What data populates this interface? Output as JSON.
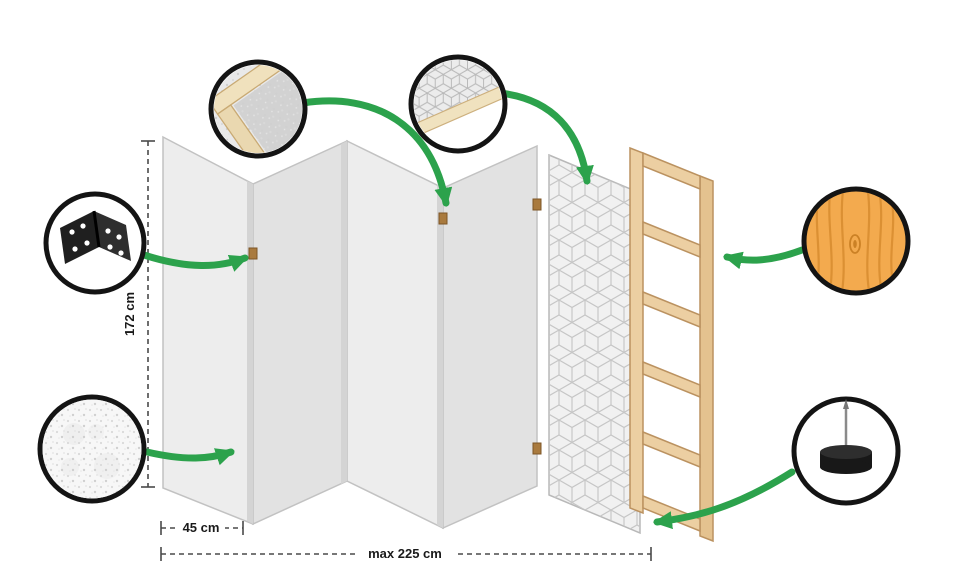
{
  "labels": {
    "height": "172 cm",
    "panel_width": "45 cm",
    "max_width": "max 225 cm"
  },
  "colors": {
    "arrow_green": "#2ca24c",
    "panel_gray": "#ededed",
    "panel_gray_dark": "#e2e2e2",
    "pattern_line": "#c6c6c6",
    "wood_frame": "#eccfa2",
    "wood_frame_edge": "#bb9260",
    "wood_texture_orange": "#f3aa4e",
    "outline_black": "#141414",
    "hinge_black": "#1f1f1f",
    "hinge_dot_brown": "#a97a3e"
  },
  "structure": {
    "panel_count": 5,
    "patterned_panel": "geometric cube pattern panel",
    "frame": "wooden ladder frame"
  },
  "callouts": [
    {
      "name": "frame-corner-detail",
      "icon": "frame-corner-icon"
    },
    {
      "name": "pattern-corner-detail",
      "icon": "pattern-corner-icon"
    },
    {
      "name": "hinge-detail",
      "icon": "hinge-icon"
    },
    {
      "name": "fleece-texture-detail",
      "icon": "fleece-texture-icon"
    },
    {
      "name": "wood-texture-detail",
      "icon": "wood-texture-icon"
    },
    {
      "name": "stand-foot-detail",
      "icon": "stand-foot-icon"
    }
  ]
}
